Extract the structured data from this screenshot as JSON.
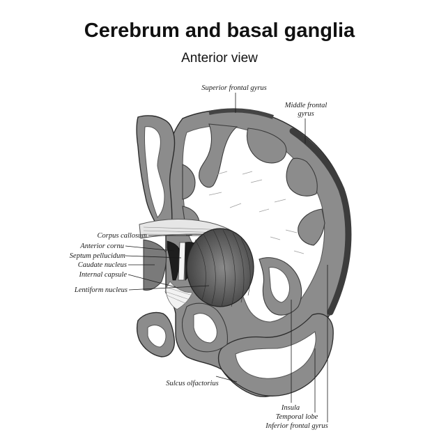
{
  "header": {
    "title": "Cerebrum and basal ganglia",
    "subtitle": "Anterior view"
  },
  "labels": {
    "superior_frontal_gyrus": "Superior frontal gyrus",
    "middle_frontal_gyrus_line1": "Middle frontal",
    "middle_frontal_gyrus_line2": "gyrus",
    "corpus_callosum": "Corpus callosum",
    "anterior_cornu": "Anterior cornu",
    "septum_pellucidum": "Septum pellucidum",
    "caudate_nucleus": "Caudate nucleus",
    "internal_capsule": "Internal capsule",
    "lentiform_nucleus": "Lentiform nucleus",
    "sulcus_olfactorius": "Sulcus olfactorius",
    "insula": "Insula",
    "temporal_lobe": "Temporal lobe",
    "inferior_frontal_gyrus": "Inferior frontal gyrus"
  },
  "colors": {
    "cortex": "#8f8f8f",
    "cortex_dark": "#4a4a4a",
    "white_matter": "#ffffff",
    "outline": "#2b2b2b"
  }
}
